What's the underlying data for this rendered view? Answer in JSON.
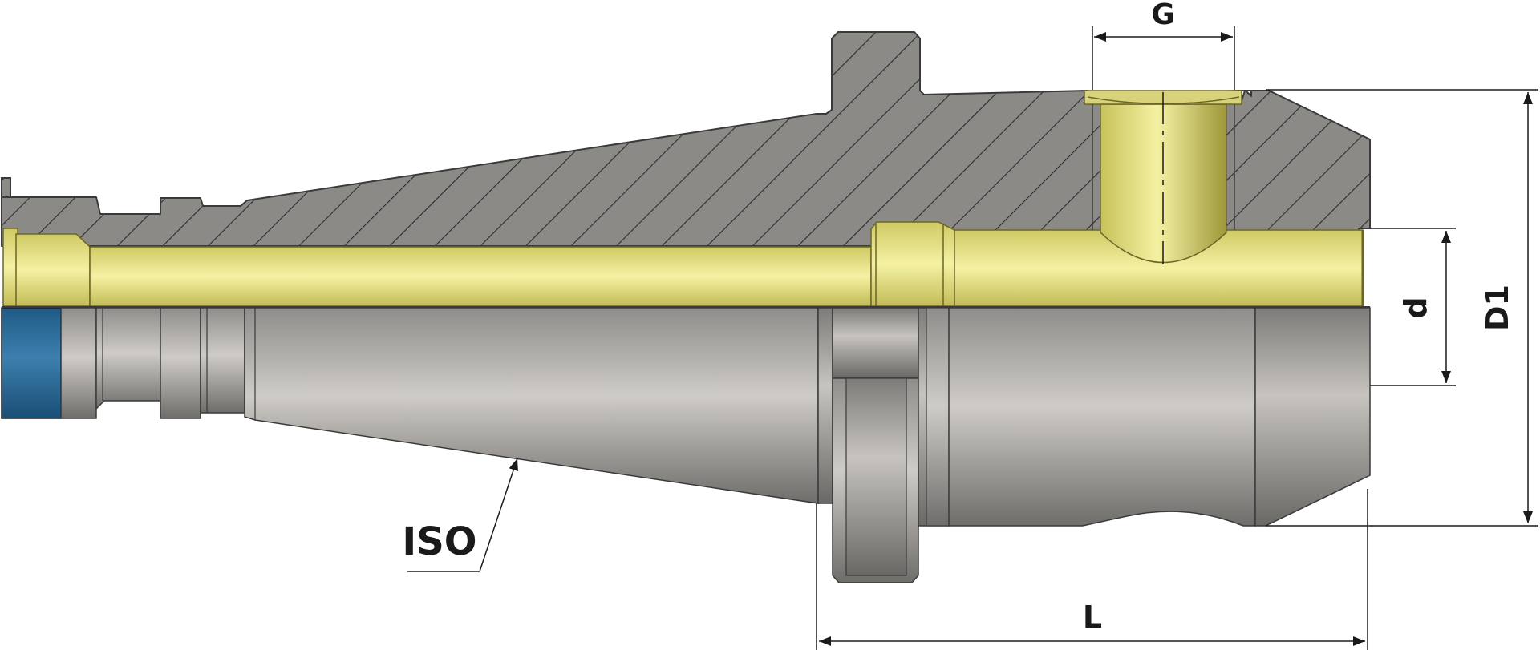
{
  "diagram": {
    "labels": {
      "G": "G",
      "D1": "D1",
      "d": "d",
      "L": "L",
      "ISO": "ISO"
    },
    "colors": {
      "steel_section": "#8c8a87",
      "steel_outline": "#3a3a3a",
      "hatch": "#2b2b2b",
      "brass": "#e8e48a",
      "brass_dark": "#b8b04a",
      "steel_light": "#c9c6c1",
      "steel_dark": "#6e6c69",
      "blue_cap": "#2d6d99",
      "dimension_line": "#1a1a1a",
      "background": "#ffffff"
    }
  }
}
